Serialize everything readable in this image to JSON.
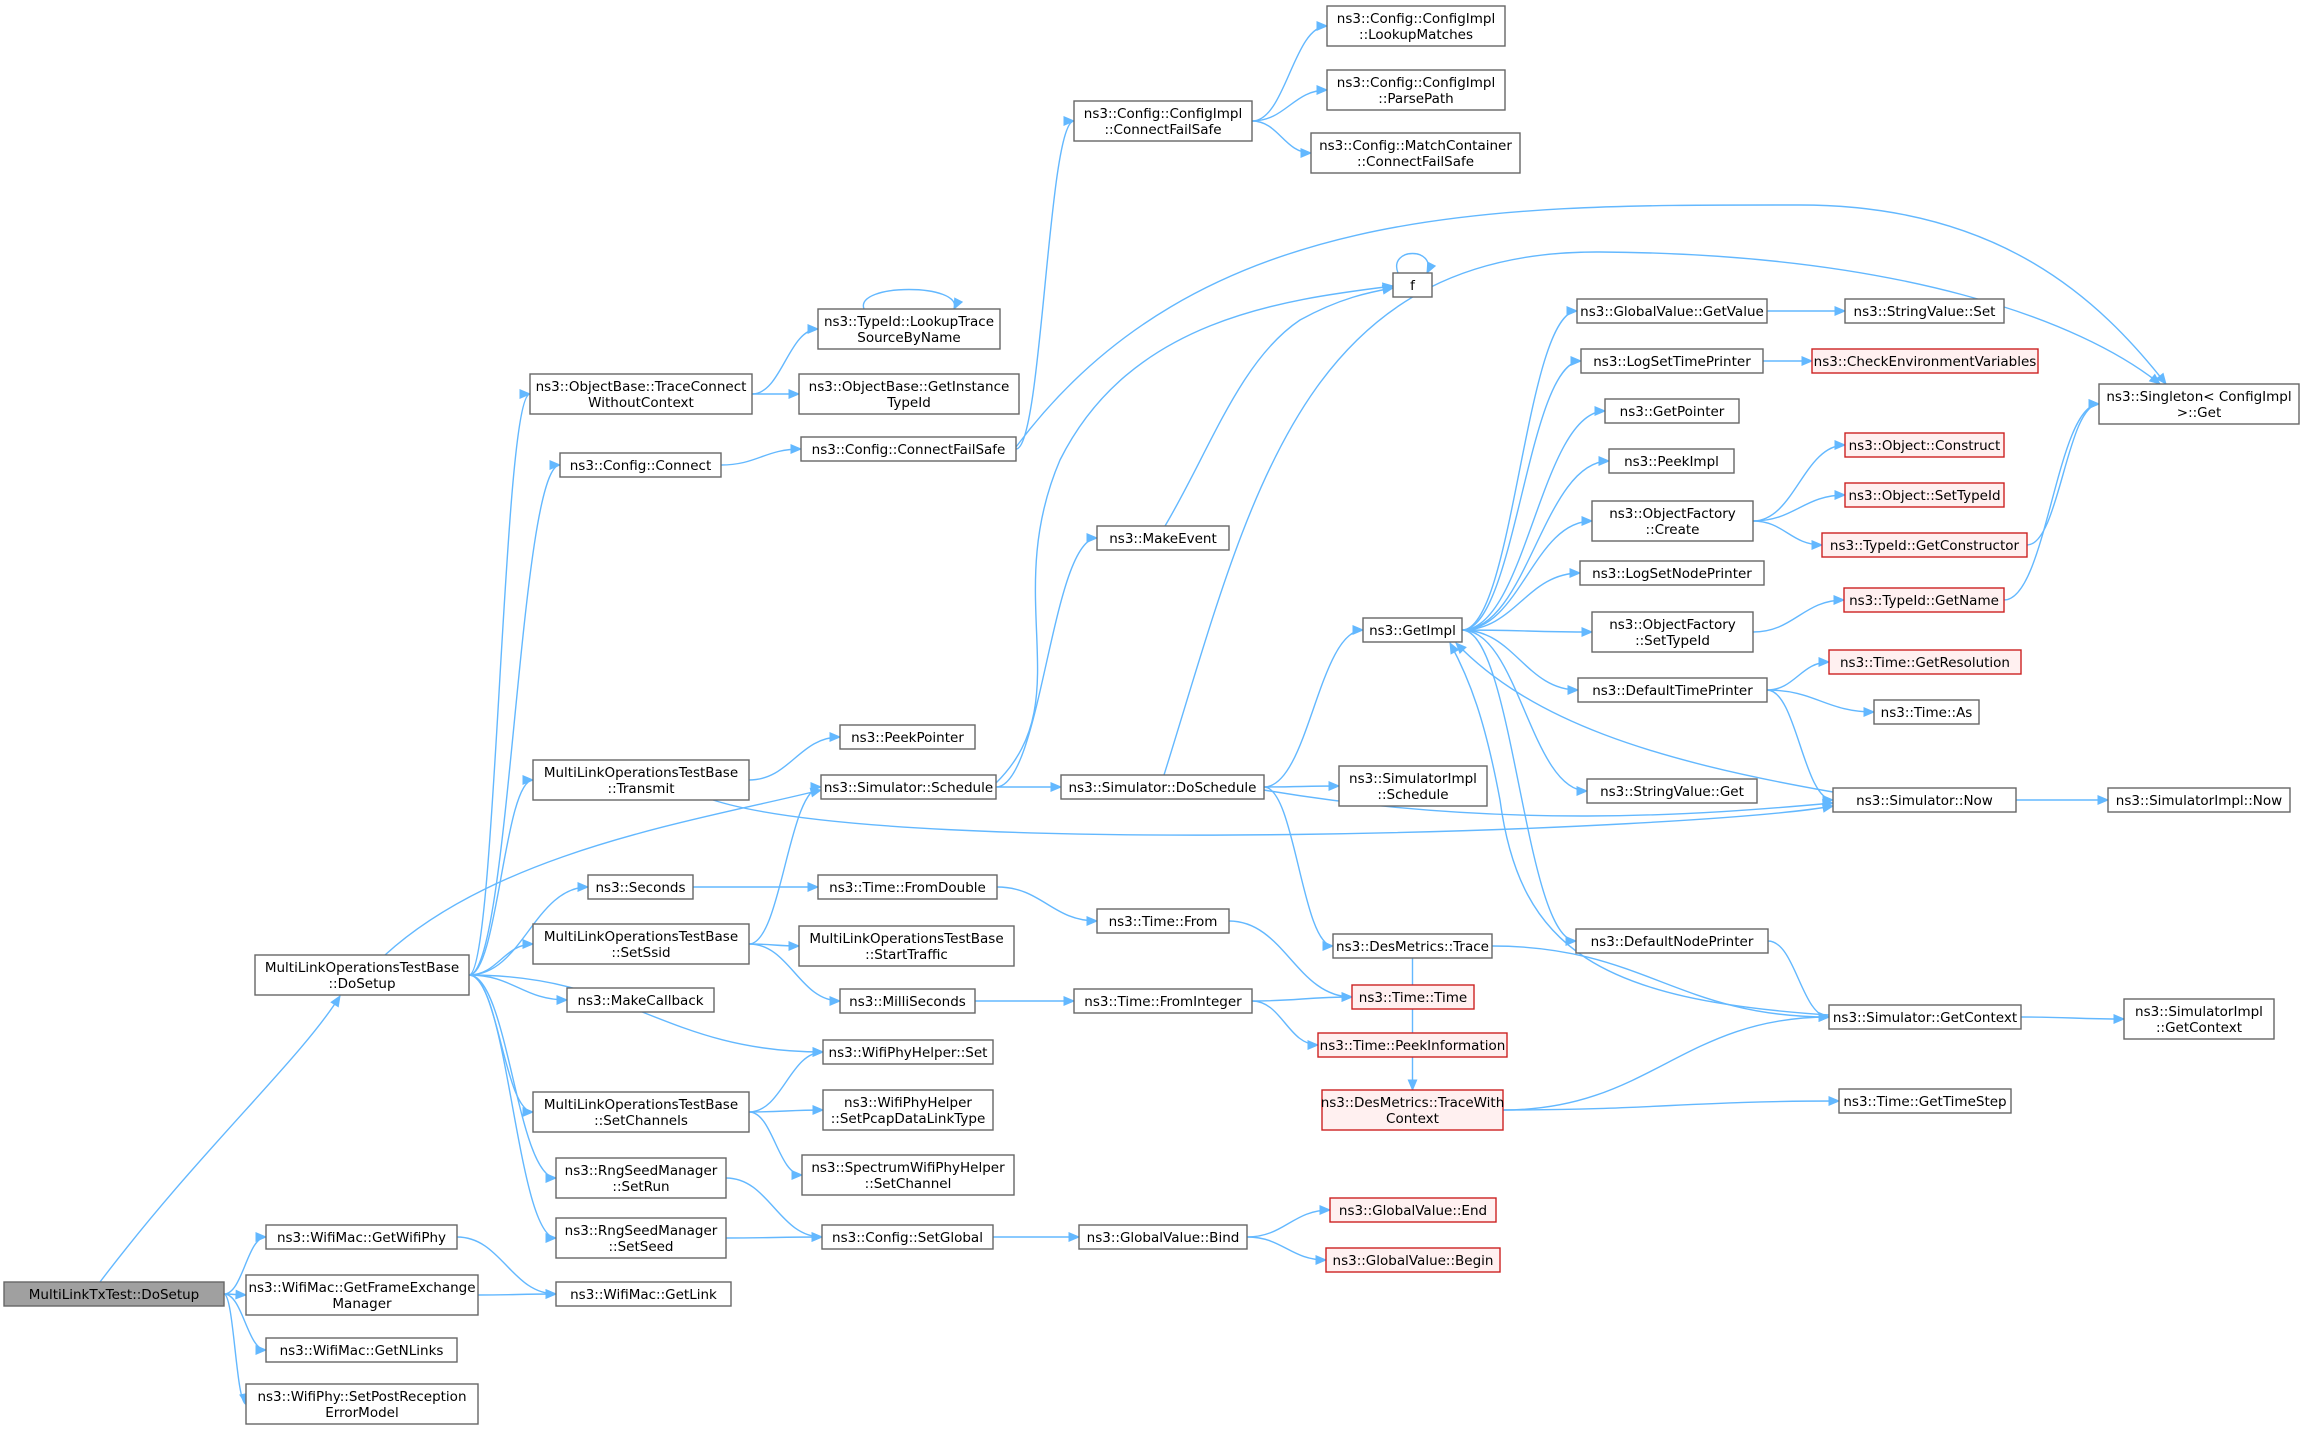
{
  "colors": {
    "edge": "#63b8ff",
    "node_border": "#666666",
    "root_fill": "#a0a0a0",
    "truncated_border": "#cc2222",
    "truncated_fill": "#fff0f0"
  },
  "nodes": [
    {
      "id": "root",
      "lines": [
        "MultiLinkTxTest::DoSetup"
      ],
      "style": "root"
    },
    {
      "id": "dosetup",
      "lines": [
        "MultiLinkOperationsTestBase",
        "::DoSetup"
      ]
    },
    {
      "id": "getwifiphy",
      "lines": [
        "ns3::WifiMac::GetWifiPhy"
      ]
    },
    {
      "id": "getfem",
      "lines": [
        "ns3::WifiMac::GetFrameExchange",
        "Manager"
      ]
    },
    {
      "id": "getnlinks",
      "lines": [
        "ns3::WifiMac::GetNLinks"
      ]
    },
    {
      "id": "setpostrx",
      "lines": [
        "ns3::WifiPhy::SetPostReception",
        "ErrorModel"
      ]
    },
    {
      "id": "getlink",
      "lines": [
        "ns3::WifiMac::GetLink"
      ]
    },
    {
      "id": "tracewithout",
      "lines": [
        "ns3::ObjectBase::TraceConnect",
        "WithoutContext"
      ]
    },
    {
      "id": "cfgconnect",
      "lines": [
        "ns3::Config::Connect"
      ]
    },
    {
      "id": "transmit",
      "lines": [
        "MultiLinkOperationsTestBase",
        "::Transmit"
      ]
    },
    {
      "id": "seconds",
      "lines": [
        "ns3::Seconds"
      ]
    },
    {
      "id": "setssid",
      "lines": [
        "MultiLinkOperationsTestBase",
        "::SetSsid"
      ]
    },
    {
      "id": "makecallback",
      "lines": [
        "ns3::MakeCallback"
      ]
    },
    {
      "id": "setchannels",
      "lines": [
        "MultiLinkOperationsTestBase",
        "::SetChannels"
      ]
    },
    {
      "id": "setrun",
      "lines": [
        "ns3::RngSeedManager",
        "::SetRun"
      ]
    },
    {
      "id": "setseed",
      "lines": [
        "ns3::RngSeedManager",
        "::SetSeed"
      ]
    },
    {
      "id": "lookuptrace",
      "lines": [
        "ns3::TypeId::LookupTrace",
        "SourceByName"
      ]
    },
    {
      "id": "getinstance",
      "lines": [
        "ns3::ObjectBase::GetInstance",
        "TypeId"
      ]
    },
    {
      "id": "cfgconnectfs",
      "lines": [
        "ns3::Config::ConnectFailSafe"
      ]
    },
    {
      "id": "peekpointer",
      "lines": [
        "ns3::PeekPointer"
      ]
    },
    {
      "id": "simschedule",
      "lines": [
        "ns3::Simulator::Schedule"
      ]
    },
    {
      "id": "fromdouble",
      "lines": [
        "ns3::Time::FromDouble"
      ]
    },
    {
      "id": "starttraffic",
      "lines": [
        "MultiLinkOperationsTestBase",
        "::StartTraffic"
      ]
    },
    {
      "id": "milliseconds",
      "lines": [
        "ns3::MilliSeconds"
      ]
    },
    {
      "id": "physet",
      "lines": [
        "ns3::WifiPhyHelper::Set"
      ]
    },
    {
      "id": "setpcap",
      "lines": [
        "ns3::WifiPhyHelper",
        "::SetPcapDataLinkType"
      ]
    },
    {
      "id": "setchannel",
      "lines": [
        "ns3::SpectrumWifiPhyHelper",
        "::SetChannel"
      ]
    },
    {
      "id": "setglobal",
      "lines": [
        "ns3::Config::SetGlobal"
      ]
    },
    {
      "id": "implconnectfs",
      "lines": [
        "ns3::Config::ConfigImpl",
        "::ConnectFailSafe"
      ]
    },
    {
      "id": "makeevent",
      "lines": [
        "ns3::MakeEvent"
      ]
    },
    {
      "id": "doschedule",
      "lines": [
        "ns3::Simulator::DoSchedule"
      ]
    },
    {
      "id": "timefrom",
      "lines": [
        "ns3::Time::From"
      ]
    },
    {
      "id": "frominteger",
      "lines": [
        "ns3::Time::FromInteger"
      ]
    },
    {
      "id": "gvbind",
      "lines": [
        "ns3::GlobalValue::Bind"
      ]
    },
    {
      "id": "lookupmatches",
      "lines": [
        "ns3::Config::ConfigImpl",
        "::LookupMatches"
      ]
    },
    {
      "id": "parsepath",
      "lines": [
        "ns3::Config::ConfigImpl",
        "::ParsePath"
      ]
    },
    {
      "id": "mcconnectfs",
      "lines": [
        "ns3::Config::MatchContainer",
        "::ConnectFailSafe"
      ]
    },
    {
      "id": "f",
      "lines": [
        "f"
      ]
    },
    {
      "id": "getimpl",
      "lines": [
        "ns3::GetImpl"
      ]
    },
    {
      "id": "simimplschedule",
      "lines": [
        "ns3::SimulatorImpl",
        "::Schedule"
      ]
    },
    {
      "id": "desmtrace",
      "lines": [
        "ns3::DesMetrics::Trace"
      ]
    },
    {
      "id": "timetime",
      "lines": [
        "ns3::Time::Time"
      ],
      "style": "trunc"
    },
    {
      "id": "peekinfo",
      "lines": [
        "ns3::Time::PeekInformation"
      ],
      "style": "trunc"
    },
    {
      "id": "desmtracewith",
      "lines": [
        "ns3::DesMetrics::TraceWith",
        "Context"
      ],
      "style": "trunc"
    },
    {
      "id": "gvend",
      "lines": [
        "ns3::GlobalValue::End"
      ],
      "style": "trunc"
    },
    {
      "id": "gvbegin",
      "lines": [
        "ns3::GlobalValue::Begin"
      ],
      "style": "trunc"
    },
    {
      "id": "gvgetvalue",
      "lines": [
        "ns3::GlobalValue::GetValue"
      ]
    },
    {
      "id": "logsettime",
      "lines": [
        "ns3::LogSetTimePrinter"
      ]
    },
    {
      "id": "getpointer",
      "lines": [
        "ns3::GetPointer"
      ]
    },
    {
      "id": "peekimpl",
      "lines": [
        "ns3::PeekImpl"
      ]
    },
    {
      "id": "ofcreate",
      "lines": [
        "ns3::ObjectFactory",
        "::Create"
      ]
    },
    {
      "id": "logsetnode",
      "lines": [
        "ns3::LogSetNodePrinter"
      ]
    },
    {
      "id": "ofsettypeid",
      "lines": [
        "ns3::ObjectFactory",
        "::SetTypeId"
      ]
    },
    {
      "id": "deftimeprinter",
      "lines": [
        "ns3::DefaultTimePrinter"
      ]
    },
    {
      "id": "strvalget",
      "lines": [
        "ns3::StringValue::Get"
      ]
    },
    {
      "id": "defnodeprinter",
      "lines": [
        "ns3::DefaultNodePrinter"
      ]
    },
    {
      "id": "strvalset",
      "lines": [
        "ns3::StringValue::Set"
      ]
    },
    {
      "id": "checkenv",
      "lines": [
        "ns3::CheckEnvironmentVariables"
      ],
      "style": "trunc"
    },
    {
      "id": "objconstruct",
      "lines": [
        "ns3::Object::Construct"
      ],
      "style": "trunc"
    },
    {
      "id": "objsettypeid",
      "lines": [
        "ns3::Object::SetTypeId"
      ],
      "style": "trunc"
    },
    {
      "id": "getconstructor",
      "lines": [
        "ns3::TypeId::GetConstructor"
      ],
      "style": "trunc"
    },
    {
      "id": "typeidgetname",
      "lines": [
        "ns3::TypeId::GetName"
      ],
      "style": "trunc"
    },
    {
      "id": "getresolution",
      "lines": [
        "ns3::Time::GetResolution"
      ],
      "style": "trunc"
    },
    {
      "id": "timeas",
      "lines": [
        "ns3::Time::As"
      ]
    },
    {
      "id": "simnow",
      "lines": [
        "ns3::Simulator::Now"
      ]
    },
    {
      "id": "simgetcontext",
      "lines": [
        "ns3::Simulator::GetContext"
      ]
    },
    {
      "id": "gettimestep",
      "lines": [
        "ns3::Time::GetTimeStep"
      ]
    },
    {
      "id": "singletonget",
      "lines": [
        "ns3::Singleton< ConfigImpl",
        " >::Get"
      ]
    },
    {
      "id": "simimplnow",
      "lines": [
        "ns3::SimulatorImpl::Now"
      ]
    },
    {
      "id": "simimplgetcontext",
      "lines": [
        "ns3::SimulatorImpl",
        "::GetContext"
      ]
    }
  ],
  "edges": [
    [
      "root",
      "dosetup"
    ],
    [
      "root",
      "getwifiphy"
    ],
    [
      "root",
      "getfem"
    ],
    [
      "root",
      "getnlinks"
    ],
    [
      "root",
      "setpostrx"
    ],
    [
      "getwifiphy",
      "getlink"
    ],
    [
      "getfem",
      "getlink"
    ],
    [
      "dosetup",
      "tracewithout"
    ],
    [
      "dosetup",
      "cfgconnect"
    ],
    [
      "dosetup",
      "transmit"
    ],
    [
      "dosetup",
      "simschedule"
    ],
    [
      "dosetup",
      "seconds"
    ],
    [
      "dosetup",
      "setssid"
    ],
    [
      "dosetup",
      "makecallback"
    ],
    [
      "dosetup",
      "physet"
    ],
    [
      "dosetup",
      "setchannels"
    ],
    [
      "dosetup",
      "setrun"
    ],
    [
      "dosetup",
      "setseed"
    ],
    [
      "tracewithout",
      "lookuptrace"
    ],
    [
      "tracewithout",
      "getinstance"
    ],
    [
      "lookuptrace",
      "lookuptrace"
    ],
    [
      "cfgconnect",
      "cfgconnectfs"
    ],
    [
      "cfgconnectfs",
      "implconnectfs"
    ],
    [
      "cfgconnectfs",
      "singletonget"
    ],
    [
      "implconnectfs",
      "lookupmatches"
    ],
    [
      "implconnectfs",
      "parsepath"
    ],
    [
      "implconnectfs",
      "mcconnectfs"
    ],
    [
      "transmit",
      "peekpointer"
    ],
    [
      "transmit",
      "simnow"
    ],
    [
      "seconds",
      "fromdouble"
    ],
    [
      "fromdouble",
      "timefrom"
    ],
    [
      "timefrom",
      "timetime"
    ],
    [
      "setssid",
      "simschedule"
    ],
    [
      "setssid",
      "starttraffic"
    ],
    [
      "setssid",
      "milliseconds"
    ],
    [
      "milliseconds",
      "frominteger"
    ],
    [
      "frominteger",
      "timetime"
    ],
    [
      "frominteger",
      "peekinfo"
    ],
    [
      "setchannels",
      "physet"
    ],
    [
      "setchannels",
      "setpcap"
    ],
    [
      "setchannels",
      "setchannel"
    ],
    [
      "setrun",
      "setglobal"
    ],
    [
      "setseed",
      "setglobal"
    ],
    [
      "setglobal",
      "gvbind"
    ],
    [
      "gvbind",
      "gvend"
    ],
    [
      "gvbind",
      "gvbegin"
    ],
    [
      "simschedule",
      "f"
    ],
    [
      "simschedule",
      "makeevent"
    ],
    [
      "simschedule",
      "doschedule"
    ],
    [
      "makeevent",
      "f"
    ],
    [
      "f",
      "f"
    ],
    [
      "doschedule",
      "getimpl"
    ],
    [
      "doschedule",
      "simimplschedule"
    ],
    [
      "doschedule",
      "desmtrace"
    ],
    [
      "doschedule",
      "simnow"
    ],
    [
      "doschedule",
      "singletonget"
    ],
    [
      "desmtrace",
      "desmtracewith"
    ],
    [
      "desmtrace",
      "simgetcontext"
    ],
    [
      "desmtracewith",
      "simgetcontext"
    ],
    [
      "desmtracewith",
      "gettimestep"
    ],
    [
      "getimpl",
      "gvgetvalue"
    ],
    [
      "getimpl",
      "logsettime"
    ],
    [
      "getimpl",
      "getpointer"
    ],
    [
      "getimpl",
      "peekimpl"
    ],
    [
      "getimpl",
      "ofcreate"
    ],
    [
      "getimpl",
      "logsetnode"
    ],
    [
      "getimpl",
      "ofsettypeid"
    ],
    [
      "getimpl",
      "deftimeprinter"
    ],
    [
      "getimpl",
      "strvalget"
    ],
    [
      "getimpl",
      "defnodeprinter"
    ],
    [
      "gvgetvalue",
      "strvalset"
    ],
    [
      "logsettime",
      "checkenv"
    ],
    [
      "ofcreate",
      "objconstruct"
    ],
    [
      "ofcreate",
      "objsettypeid"
    ],
    [
      "ofcreate",
      "getconstructor"
    ],
    [
      "ofsettypeid",
      "typeidgetname"
    ],
    [
      "deftimeprinter",
      "getresolution"
    ],
    [
      "deftimeprinter",
      "timeas"
    ],
    [
      "deftimeprinter",
      "simnow"
    ],
    [
      "getconstructor",
      "singletonget"
    ],
    [
      "typeidgetname",
      "singletonget"
    ],
    [
      "simnow",
      "getimpl"
    ],
    [
      "simnow",
      "simimplnow"
    ],
    [
      "defnodeprinter",
      "simgetcontext"
    ],
    [
      "simgetcontext",
      "getimpl"
    ],
    [
      "simgetcontext",
      "simimplgetcontext"
    ]
  ]
}
